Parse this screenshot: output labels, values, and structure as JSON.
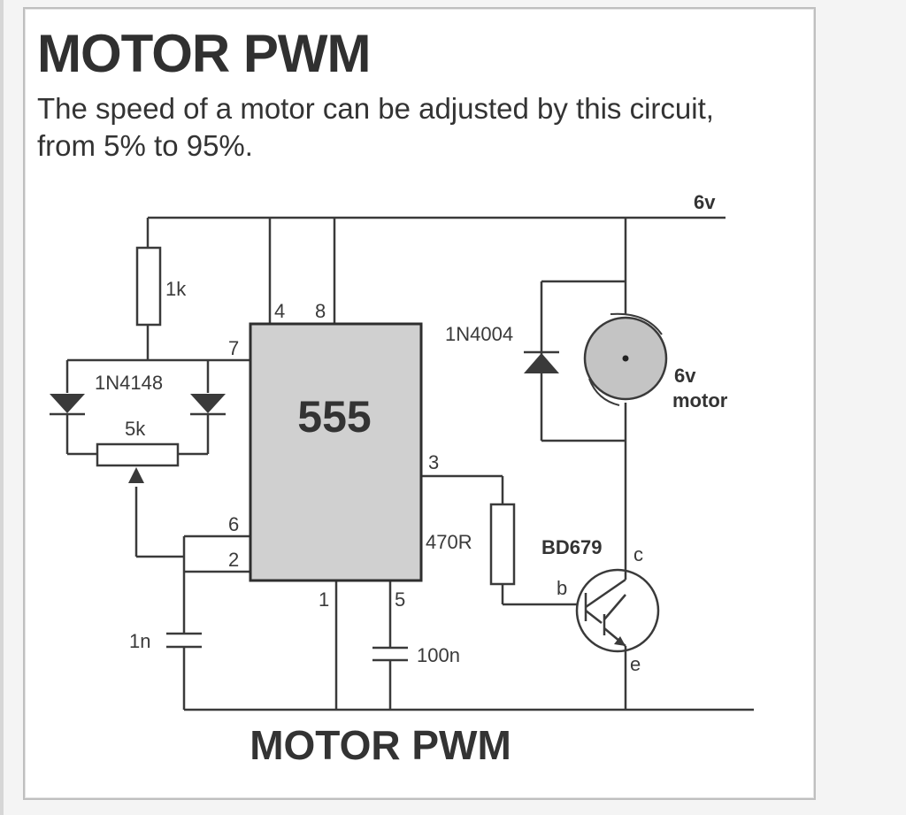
{
  "title": "MOTOR PWM",
  "description": "The speed of a motor can be adjusted by this circuit, from 5% to 95%.",
  "schematic": {
    "supply_label": "6v",
    "ic_label": "555",
    "pins": {
      "p4": "4",
      "p8": "8",
      "p7": "7",
      "p6": "6",
      "p2": "2",
      "p1": "1",
      "p5": "5",
      "p3": "3"
    },
    "components": {
      "r_1k": "1k",
      "diodes_1n4148": "1N4148",
      "pot_5k": "5k",
      "c_1n": "1n",
      "c_100n": "100n",
      "r_470": "470R",
      "diode_1n4004": "1N4004",
      "transistor": "BD679",
      "motor_line1": "6v",
      "motor_line2": "motor"
    },
    "transistor_terminals": {
      "collector": "c",
      "base": "b",
      "emitter": "e"
    },
    "caption": "MOTOR PWM"
  },
  "colors": {
    "wire": "#3a3a3a",
    "ic_fill": "#d0d0d0",
    "motor_fill": "#c4c4c4",
    "frame_border": "#bfbfbf"
  }
}
